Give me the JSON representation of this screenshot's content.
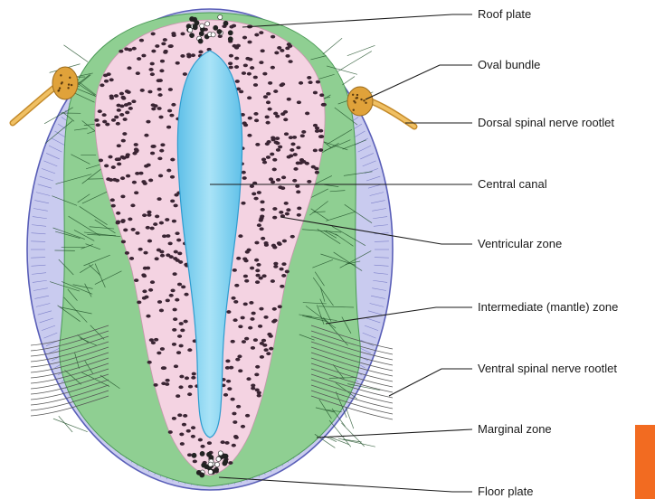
{
  "diagram": {
    "labels": {
      "roof_plate": "Roof plate",
      "oval_bundle": "Oval bundle",
      "dorsal_rootlet": "Dorsal spinal nerve rootlet",
      "central_canal": "Central canal",
      "ventricular_zone": "Ventricular zone",
      "intermediate_zone": "Intermediate (mantle) zone",
      "ventral_rootlet": "Ventral spinal nerve rootlet",
      "marginal_zone": "Marginal zone",
      "floor_plate": "Floor plate"
    },
    "colors": {
      "outer_layer": "#c9cbef",
      "outer_stroke": "#5a5fb8",
      "mantle": "#8fcf92",
      "ventricular": "#f4d3e2",
      "canal": "#7fd0ef",
      "nuclei": "#3a2433",
      "rootlet": "#e0a23a",
      "accent": "#f26b21"
    }
  }
}
